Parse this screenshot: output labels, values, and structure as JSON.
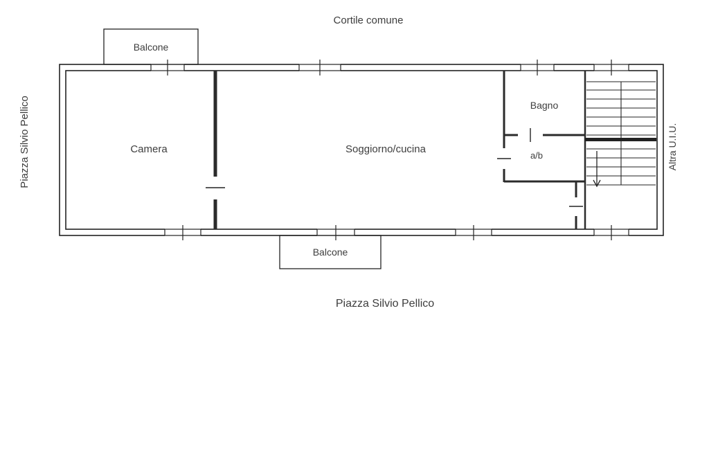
{
  "document": {
    "type": "apartment floor plan"
  },
  "labels": {
    "cortile": "Cortile comune",
    "balcone_top": "Balcone",
    "balcone_bottom": "Balcone",
    "piazza_left": "Piazza Silvio Pellico",
    "piazza_bottom": "Piazza Silvio Pellico",
    "altra_uiu": "Altra U.I.U.",
    "camera": "Camera",
    "soggiorno": "Soggiorno/cucina",
    "bagno": "Bagno",
    "ab": "a/b"
  },
  "colors": {
    "line": "#222222",
    "background": "#ffffff",
    "text": "#3d3d3d"
  }
}
